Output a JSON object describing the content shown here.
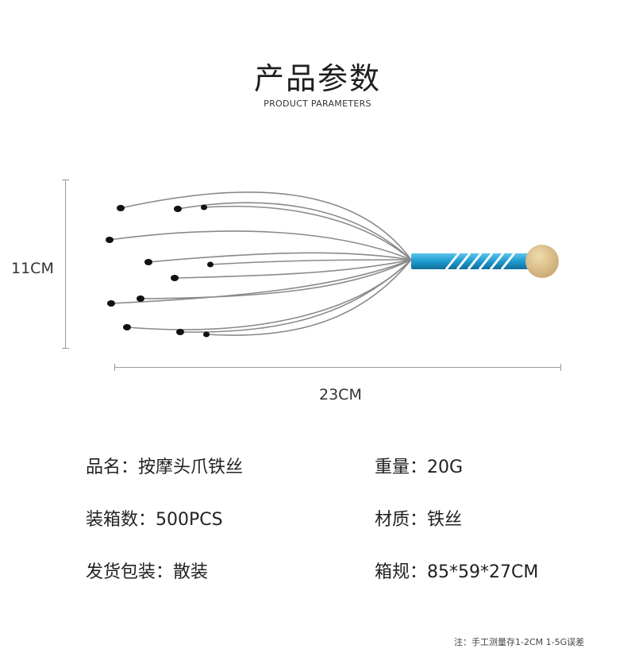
{
  "header": {
    "title": "产品参数",
    "subtitle": "PRODUCT PARAMETERS"
  },
  "dimensions": {
    "height_label": "11CM",
    "width_label": "23CM"
  },
  "product_image": {
    "description_icon": "scalp-massager-icon",
    "colors": {
      "wire": "#8a8a8a",
      "tip": "#111111",
      "handle_blue": "#1e9bd0",
      "handle_stripe": "#ffffff",
      "ball": "#d9bf8c"
    }
  },
  "specs": {
    "name": {
      "label": "品名：",
      "value": "按摩头爪铁丝"
    },
    "weight": {
      "label": "重量：",
      "value": "20G"
    },
    "carton_qty": {
      "label": "装箱数：",
      "value": "500PCS"
    },
    "material": {
      "label": "材质：",
      "value": "铁丝"
    },
    "packing": {
      "label": "发货包装：",
      "value": "散装"
    },
    "carton_size": {
      "label": "箱规：",
      "value": "85*59*27CM"
    }
  },
  "footnote": "注：手工测量存1-2CM 1-5G误差"
}
